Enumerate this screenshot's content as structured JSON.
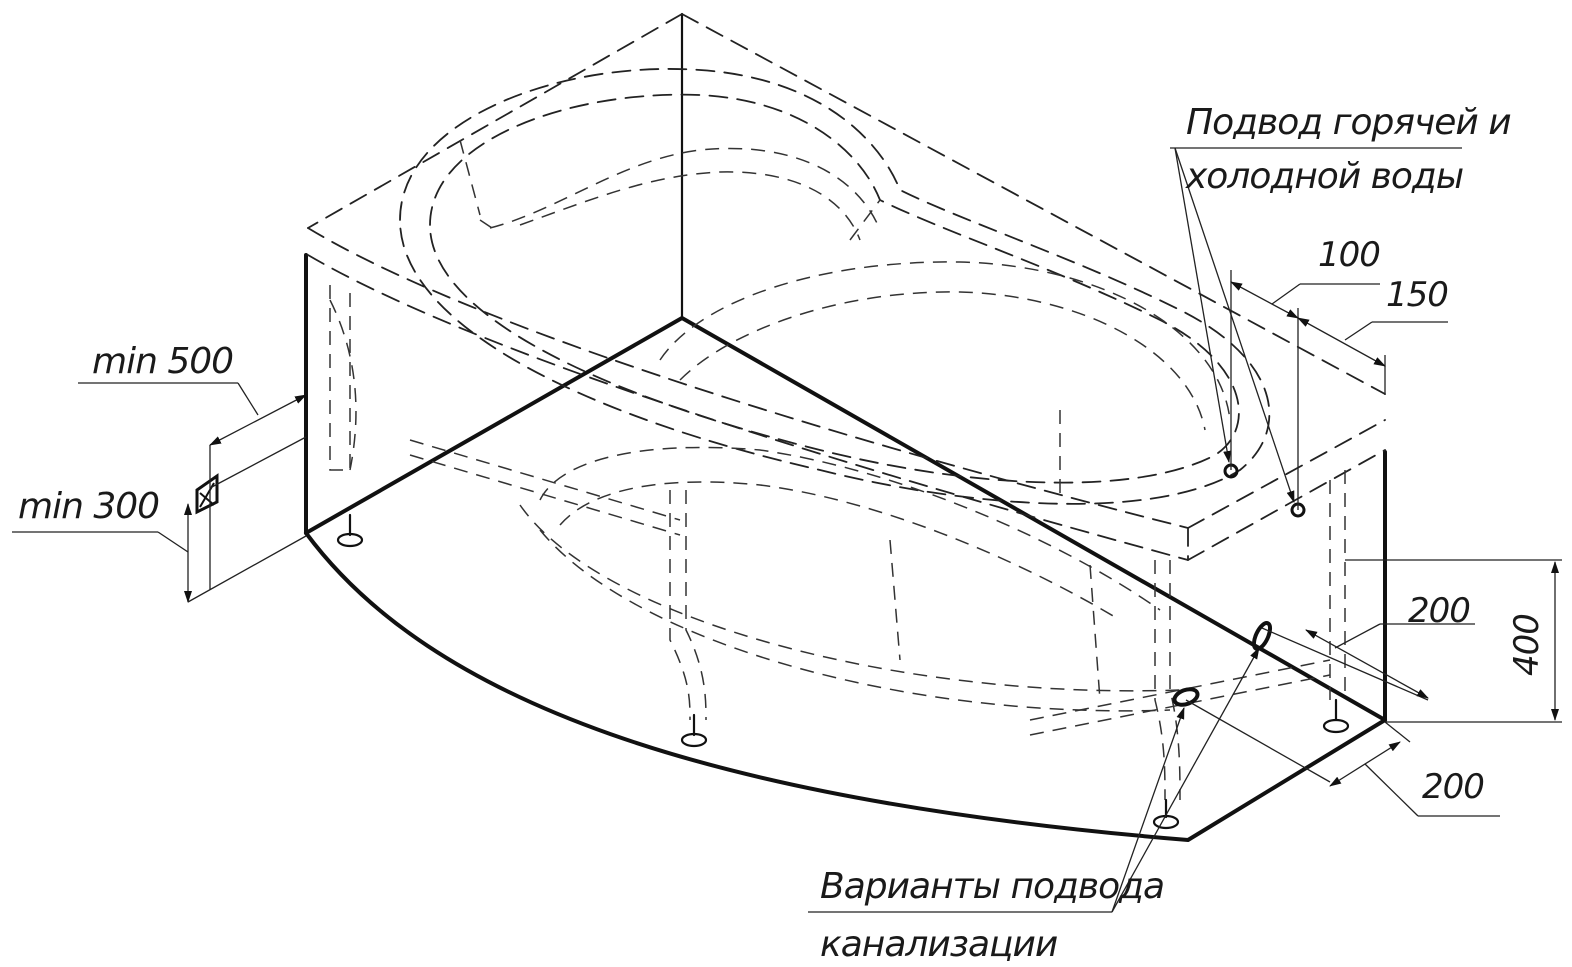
{
  "labels": {
    "min500": "min 500",
    "min300": "min 300",
    "water_line1": "Подвод горячей и",
    "water_line2": "холодной воды",
    "dim100": "100",
    "dim150": "150",
    "dim200a": "200",
    "dim200b": "200",
    "dim400": "400",
    "drain_line1": "Варианты подвода",
    "drain_line2": "канализации"
  },
  "colors": {
    "ink": "#111111",
    "background": "#ffffff"
  }
}
